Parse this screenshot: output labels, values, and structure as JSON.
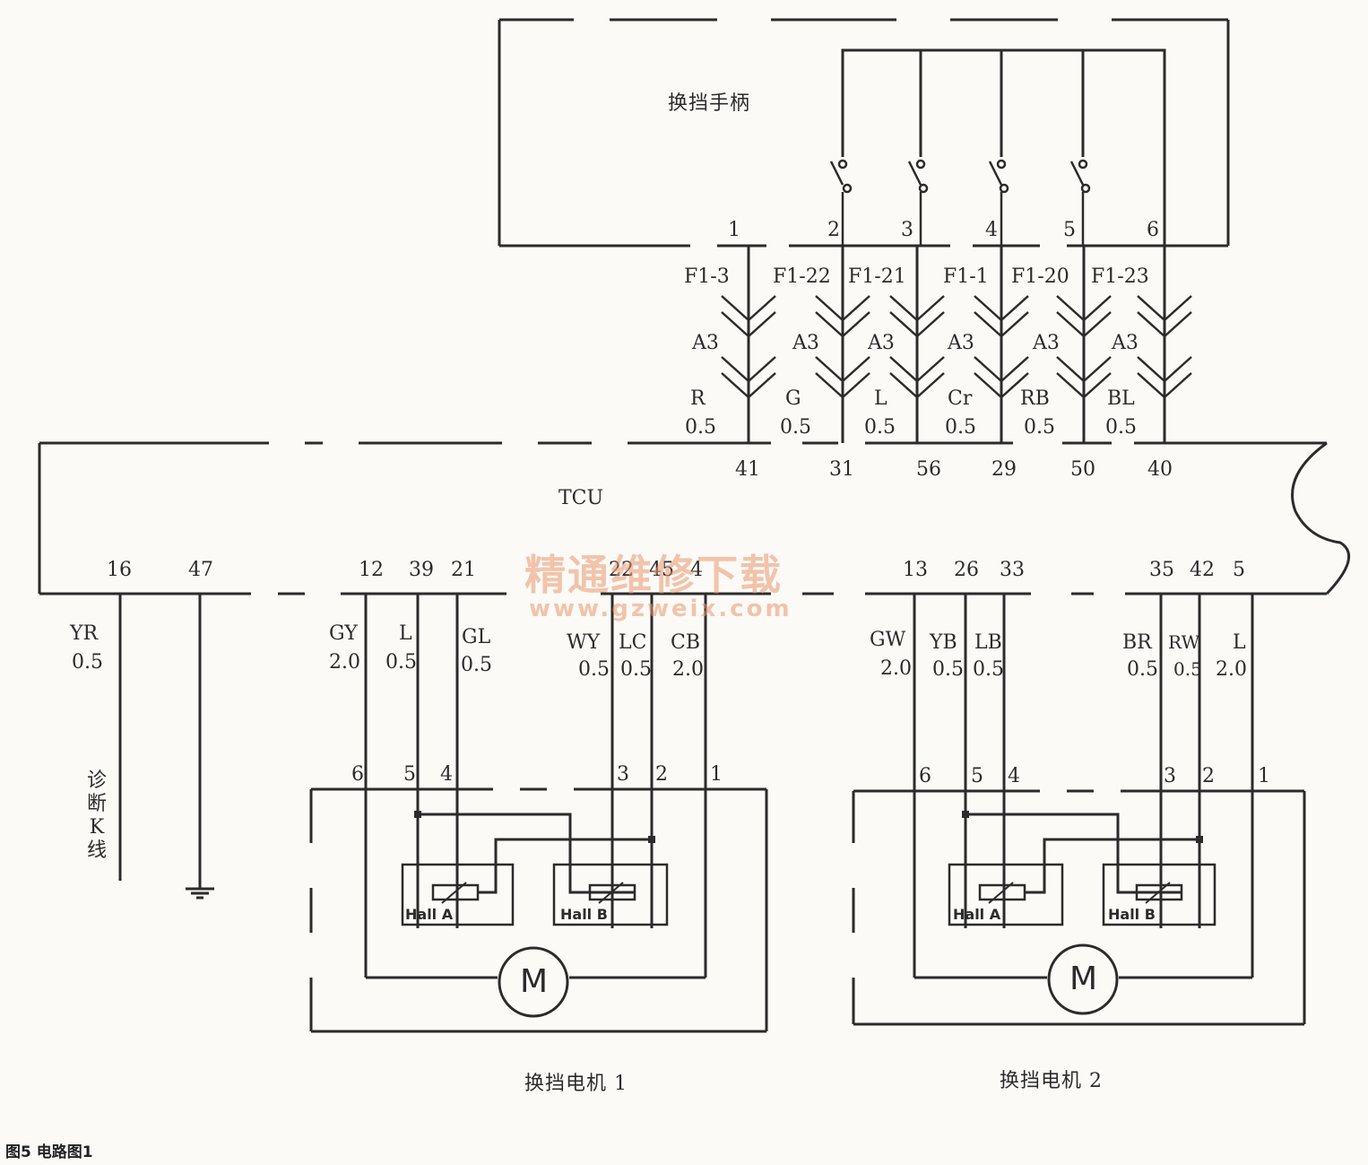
{
  "shift_handle": {
    "title": "换挡手柄",
    "pins": [
      "1",
      "2",
      "3",
      "4",
      "5",
      "6"
    ]
  },
  "handle_wires": [
    {
      "conn": "F1-3",
      "spec": "A3",
      "color": "R",
      "size": "0.5",
      "tcu_pin": "41"
    },
    {
      "conn": "F1-22",
      "spec": "A3",
      "color": "G",
      "size": "0.5",
      "tcu_pin": "31"
    },
    {
      "conn": "F1-21",
      "spec": "A3",
      "color": "L",
      "size": "0.5",
      "tcu_pin": "56"
    },
    {
      "conn": "F1-1",
      "spec": "A3",
      "color": "Cr",
      "size": "0.5",
      "tcu_pin": "29"
    },
    {
      "conn": "F1-20",
      "spec": "A3",
      "color": "RB",
      "size": "0.5",
      "tcu_pin": "50"
    },
    {
      "conn": "F1-23",
      "spec": "A3",
      "color": "BL",
      "size": "0.5",
      "tcu_pin": "40"
    }
  ],
  "tcu": {
    "label": "TCU",
    "bottom_pins": [
      "16",
      "47",
      "12",
      "39",
      "21",
      "22",
      "45",
      "4",
      "13",
      "26",
      "33",
      "35",
      "42",
      "5"
    ]
  },
  "bottom_wires": {
    "diag": {
      "color": "YR",
      "size": "0.5",
      "label": "诊断K线"
    },
    "m1": [
      {
        "color": "GY",
        "size": "2.0"
      },
      {
        "color": "L",
        "size": "0.5"
      },
      {
        "color": "GL",
        "size": "0.5"
      },
      {
        "color": "WY",
        "size": "0.5"
      },
      {
        "color": "LC",
        "size": "0.5"
      },
      {
        "color": "CB",
        "size": "2.0"
      }
    ],
    "m2": [
      {
        "color": "GW",
        "size": "2.0"
      },
      {
        "color": "YB",
        "size": "0.5"
      },
      {
        "color": "LB",
        "size": "0.5"
      },
      {
        "color": "BR",
        "size": "0.5"
      },
      {
        "color": "RW",
        "size": "0.5"
      },
      {
        "color": "L",
        "size": "2.0"
      }
    ]
  },
  "motor1": {
    "title": "换挡电机 1",
    "pins": [
      "6",
      "5",
      "4",
      "3",
      "2",
      "1"
    ],
    "symbol": "M",
    "hall_a": "Hall A",
    "hall_b": "Hall B"
  },
  "motor2": {
    "title": "换挡电机 2",
    "pins": [
      "6",
      "5",
      "4",
      "3",
      "2",
      "1"
    ],
    "symbol": "M",
    "hall_a": "Hall A",
    "hall_b": "Hall B"
  },
  "watermark": {
    "cn": "精通维修下载",
    "url": "www.gzweix.com"
  },
  "caption": "图5   电路图1"
}
